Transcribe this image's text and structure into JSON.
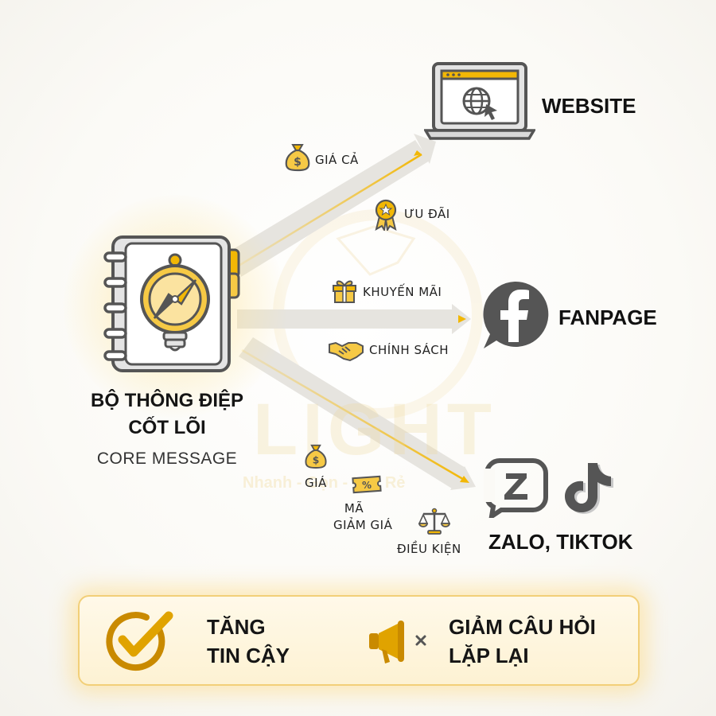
{
  "core": {
    "title_line1": "BỘ THÔNG ĐIỆP",
    "title_line2": "CỐT LÕI",
    "subtitle": "CORE MESSAGE"
  },
  "channels": {
    "website": "WEBSITE",
    "fanpage": "FANPAGE",
    "zalo_tiktok": "ZALO, TIKTOK"
  },
  "tags": {
    "price": "GIÁ CẢ",
    "offer": "ƯU ĐÃI",
    "promotion": "KHUYẾN MÃI",
    "policy": "CHÍNH SÁCH",
    "price_short": "GIÁ",
    "coupon_line1": "MÃ",
    "coupon_line2": "GIẢM GIÁ",
    "conditions": "ĐIỀU KIỆN"
  },
  "benefits": {
    "trust_line1": "TĂNG",
    "trust_line2": "TIN CẬY",
    "questions_line1": "GIẢM CÂU HỎI",
    "questions_line2": "LẶP LẠI"
  },
  "watermark": {
    "brand": "LIGHT",
    "slogan": "Nhanh - Gọn - Lẹ - Rẻ"
  },
  "icons": {
    "website": "laptop-globe-cursor-icon",
    "fanpage": "facebook-icon",
    "zalo": "zalo-icon",
    "tiktok": "tiktok-icon",
    "core": "notebook-compass-lightbulb-icon",
    "trust": "checkmark-circle-icon",
    "questions": "megaphone-x-icon"
  },
  "colors": {
    "gold": "#f2b705",
    "gold_dark": "#c98a00",
    "gray_stroke": "#555555",
    "gray_fill": "#d9d9d9"
  }
}
